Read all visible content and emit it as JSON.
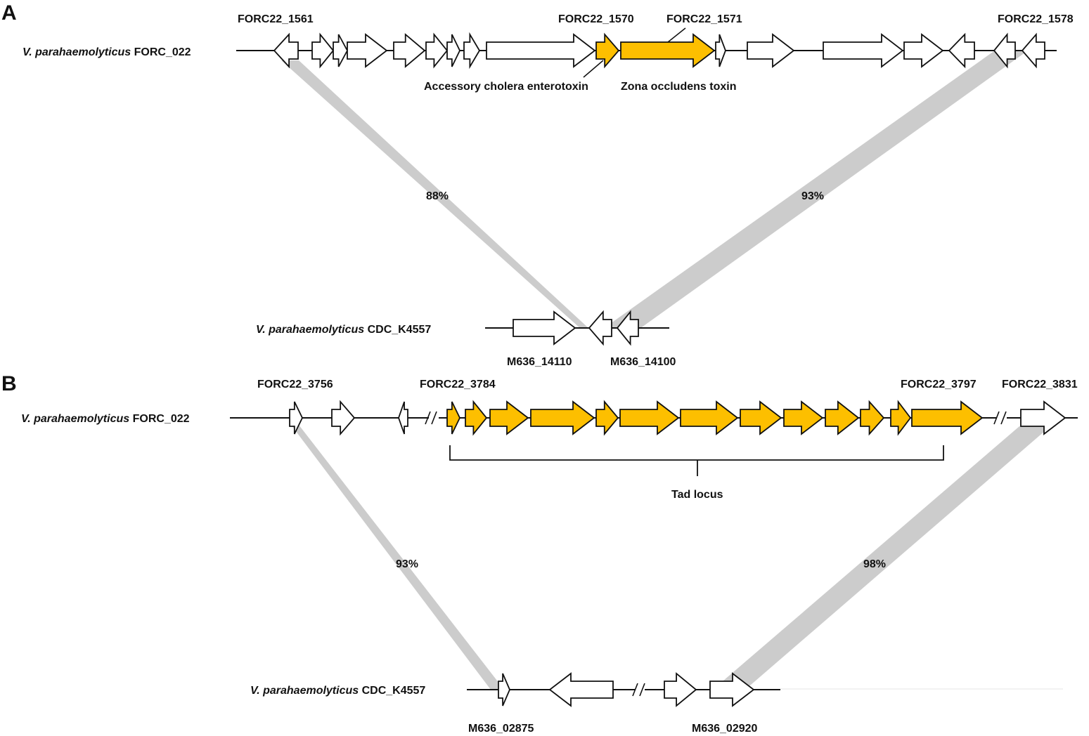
{
  "colors": {
    "toxin": "#FDBF00",
    "tad": "#FDBF00",
    "plain": "#ffffff",
    "outline": "#111111",
    "band": "#cccccc"
  },
  "panelA": {
    "letter": "A",
    "genome_top": {
      "name_italic": "V. parahaemolyticus",
      "name_strain": "FORC_022"
    },
    "genome_bottom": {
      "name_italic": "V. parahaemolyticus",
      "name_strain": "CDC_K4557"
    },
    "gene_labels": {
      "g1561": "FORC22_1561",
      "g1570": "FORC22_1570",
      "g1571": "FORC22_1571",
      "g1578": "FORC22_1578",
      "m14110": "M636_14110",
      "m14100": "M636_14100"
    },
    "annotations": {
      "ace": "Accessory cholera enterotoxin",
      "zot": "Zona occludens toxin"
    },
    "identity": {
      "left": "88%",
      "right": "93%"
    }
  },
  "panelB": {
    "letter": "B",
    "genome_top": {
      "name_italic": "V. parahaemolyticus",
      "name_strain": "FORC_022"
    },
    "genome_bottom": {
      "name_italic": "V. parahaemolyticus",
      "name_strain": "CDC_K4557"
    },
    "gene_labels": {
      "g3756": "FORC22_3756",
      "g3784": "FORC22_3784",
      "g3797": "FORC22_3797",
      "g3831": "FORC22_3831",
      "m02875": "M636_02875",
      "m02920": "M636_02920"
    },
    "locus_label": "Tad locus",
    "identity": {
      "left": "93%",
      "right": "98%"
    }
  }
}
